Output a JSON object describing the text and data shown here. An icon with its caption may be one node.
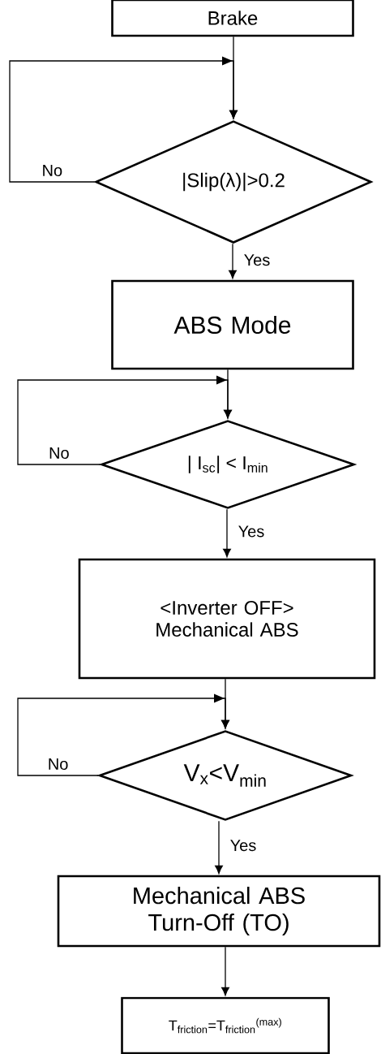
{
  "diagram": {
    "nodes": [
      {
        "text": [
          "Brake"
        ]
      },
      {
        "text": [
          "|Slip(λ)|>0.2"
        ]
      },
      {
        "text": [
          "ABS Mode"
        ]
      },
      {
        "text": [
          "| I$_{sc}$| < I$_{min}$"
        ]
      },
      {
        "text": [
          "<Inverter OFF> Mechanical ABS"
        ]
      },
      {
        "text": [
          "V$_{x}$<V$_{min}$"
        ]
      },
      {
        "text": [
          "Mechanical ABS Turn-Off (TO)"
        ]
      },
      {
        "text": [
          "T$_{friction}$=T$_{friction}$$^{(max)}$"
        ]
      }
    ],
    "edges": [
      {
        "from": 0,
        "to": 1,
        "arrow": "to"
      },
      {
        "from": 1,
        "to": 1,
        "arrow": "to",
        "label": "No"
      },
      {
        "from": 1,
        "to": 2,
        "arrow": "to",
        "label": "Yes"
      },
      {
        "from": 2,
        "to": 3,
        "arrow": "to"
      },
      {
        "from": 3,
        "to": 3,
        "arrow": "to",
        "label": "No"
      },
      {
        "from": 3,
        "to": 4,
        "arrow": "to",
        "label": "Yes"
      },
      {
        "from": 4,
        "to": 5,
        "arrow": "to"
      },
      {
        "from": 5,
        "to": 5,
        "arrow": "to",
        "label": "No"
      },
      {
        "from": 5,
        "to": 6,
        "arrow": "to",
        "label": "Yes"
      },
      {
        "from": 6,
        "to": 7,
        "arrow": "to"
      }
    ]
  }
}
